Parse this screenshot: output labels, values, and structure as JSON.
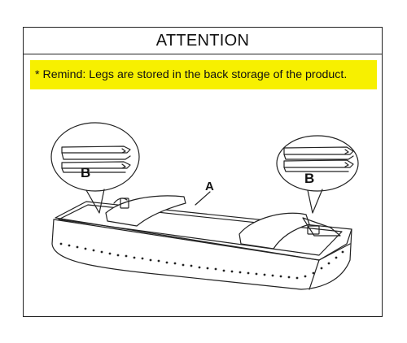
{
  "header": {
    "title": "ATTENTION"
  },
  "notice": {
    "text": "* Remind: Legs are stored in the back storage of the product."
  },
  "illustration": {
    "label_main": "A",
    "label_left": "B",
    "label_right": "B"
  }
}
